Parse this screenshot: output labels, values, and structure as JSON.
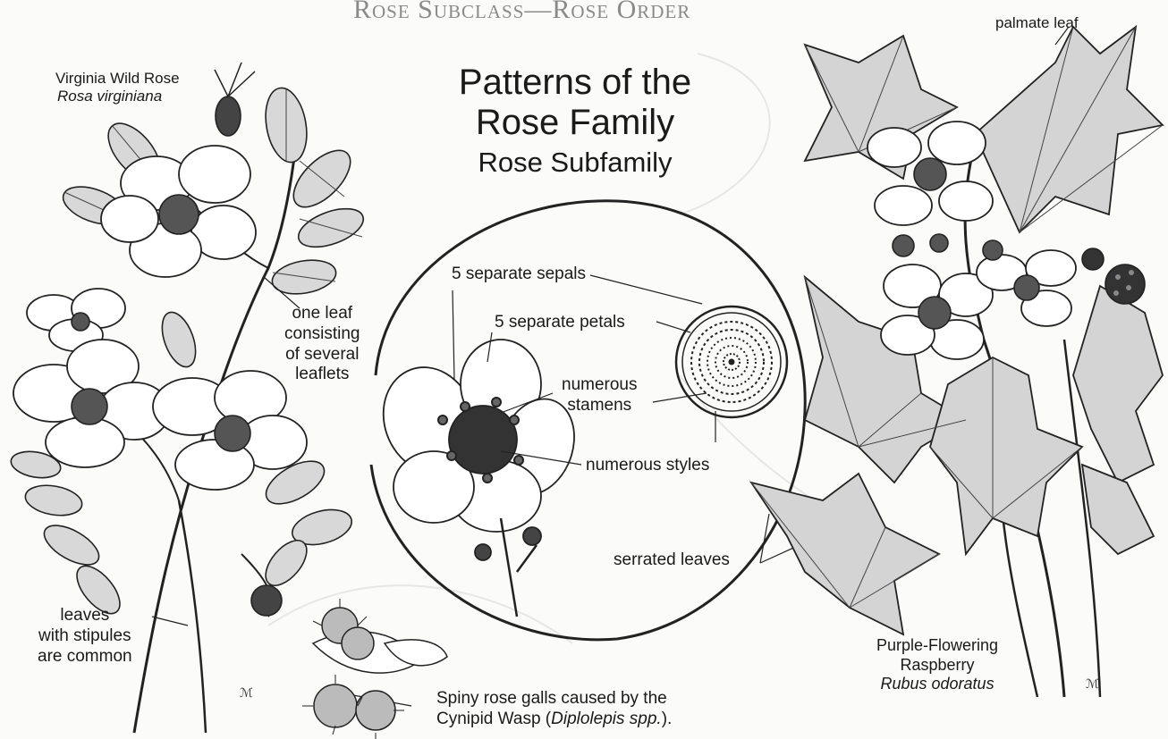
{
  "header": "Rose Subclass—Rose Order",
  "title_line1": "Patterns of the",
  "title_line2": "Rose Family",
  "subtitle": "Rose Subfamily",
  "left_plant": {
    "common_name": "Virginia Wild Rose",
    "latin_name": "Rosa virginiana",
    "leaf_label_lines": [
      "one leaf",
      "consisting",
      "of several",
      "leaflets"
    ],
    "stipule_label_lines": [
      "leaves",
      "with stipules",
      "are common"
    ]
  },
  "flower_labels": {
    "sepals": "5 separate sepals",
    "petals": "5 separate petals",
    "stamens_lines": [
      "numerous",
      "stamens"
    ],
    "styles": "numerous styles",
    "leaves": "serrated leaves"
  },
  "right_plant": {
    "palmate": "palmate leaf",
    "common_name_lines": [
      "Purple-Flowering",
      "Raspberry"
    ],
    "latin_name": "Rubus odoratus"
  },
  "gall_caption": {
    "line1": "Spiny rose galls caused by the",
    "line2_pre": "Cynipid Wasp (",
    "line2_italic": "Diplolepis spp.",
    "line2_post": ")."
  }
}
